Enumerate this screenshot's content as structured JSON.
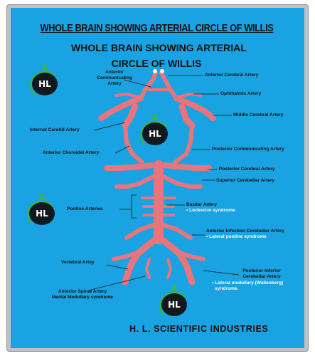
{
  "title_banner": "WHOLE BRAIN SHOWING ARTERIAL CIRCLE OF WILLIS",
  "title_line1": "WHOLE BRAIN SHOWING ARTERIAL",
  "title_line2": "CIRCLE OF WILLIS",
  "logo_text": "HL",
  "labels": {
    "anterior_communicating_1": "Anterior",
    "anterior_communicating_2": "Communicating",
    "anterior_communicating_3": "Artery",
    "anterior_cerebral": "Anterior Cerebral Artery",
    "ophthalmic": "Ophthalmic Artery",
    "middle_cerebral": "Middle Cerebral Artery",
    "internal_carotid": "Internal Carotid Artery",
    "anterior_choroidal": "Anterior Choroidal Artery",
    "posterior_communicating": "Posterior Communicating Artery",
    "posterior_cerebral": "Posterior Cerebral Artery",
    "superior_cerebellar": "Superior Cerebellar Artery",
    "basilar": "Basilar Artery",
    "basilar_note": "• Locked-in syndrome",
    "pontine": "Pontine Arteries",
    "aica": "Anterior Infection Cerebellar Artery",
    "aica_note": "• Lateral pontine syndrome",
    "vertebral": "Vertebral Artey",
    "pica_1": "Posterior Inferior",
    "pica_2": "Cerebellar Artery",
    "pica_note_1": "• Lateral medullary (Wallenberg)",
    "pica_note_2": "syndrome.",
    "anterior_spinal_1": "Anterior Spinal Artery",
    "anterior_spinal_2": "Medial Medullary syndrome"
  },
  "footer": "H. L. SCIENTIFIC INDUSTRIES",
  "colors": {
    "board": "#1aa3e2",
    "artery": "#ea747c",
    "frame": "#bfc3c6",
    "logo_green": "#43b43a"
  }
}
